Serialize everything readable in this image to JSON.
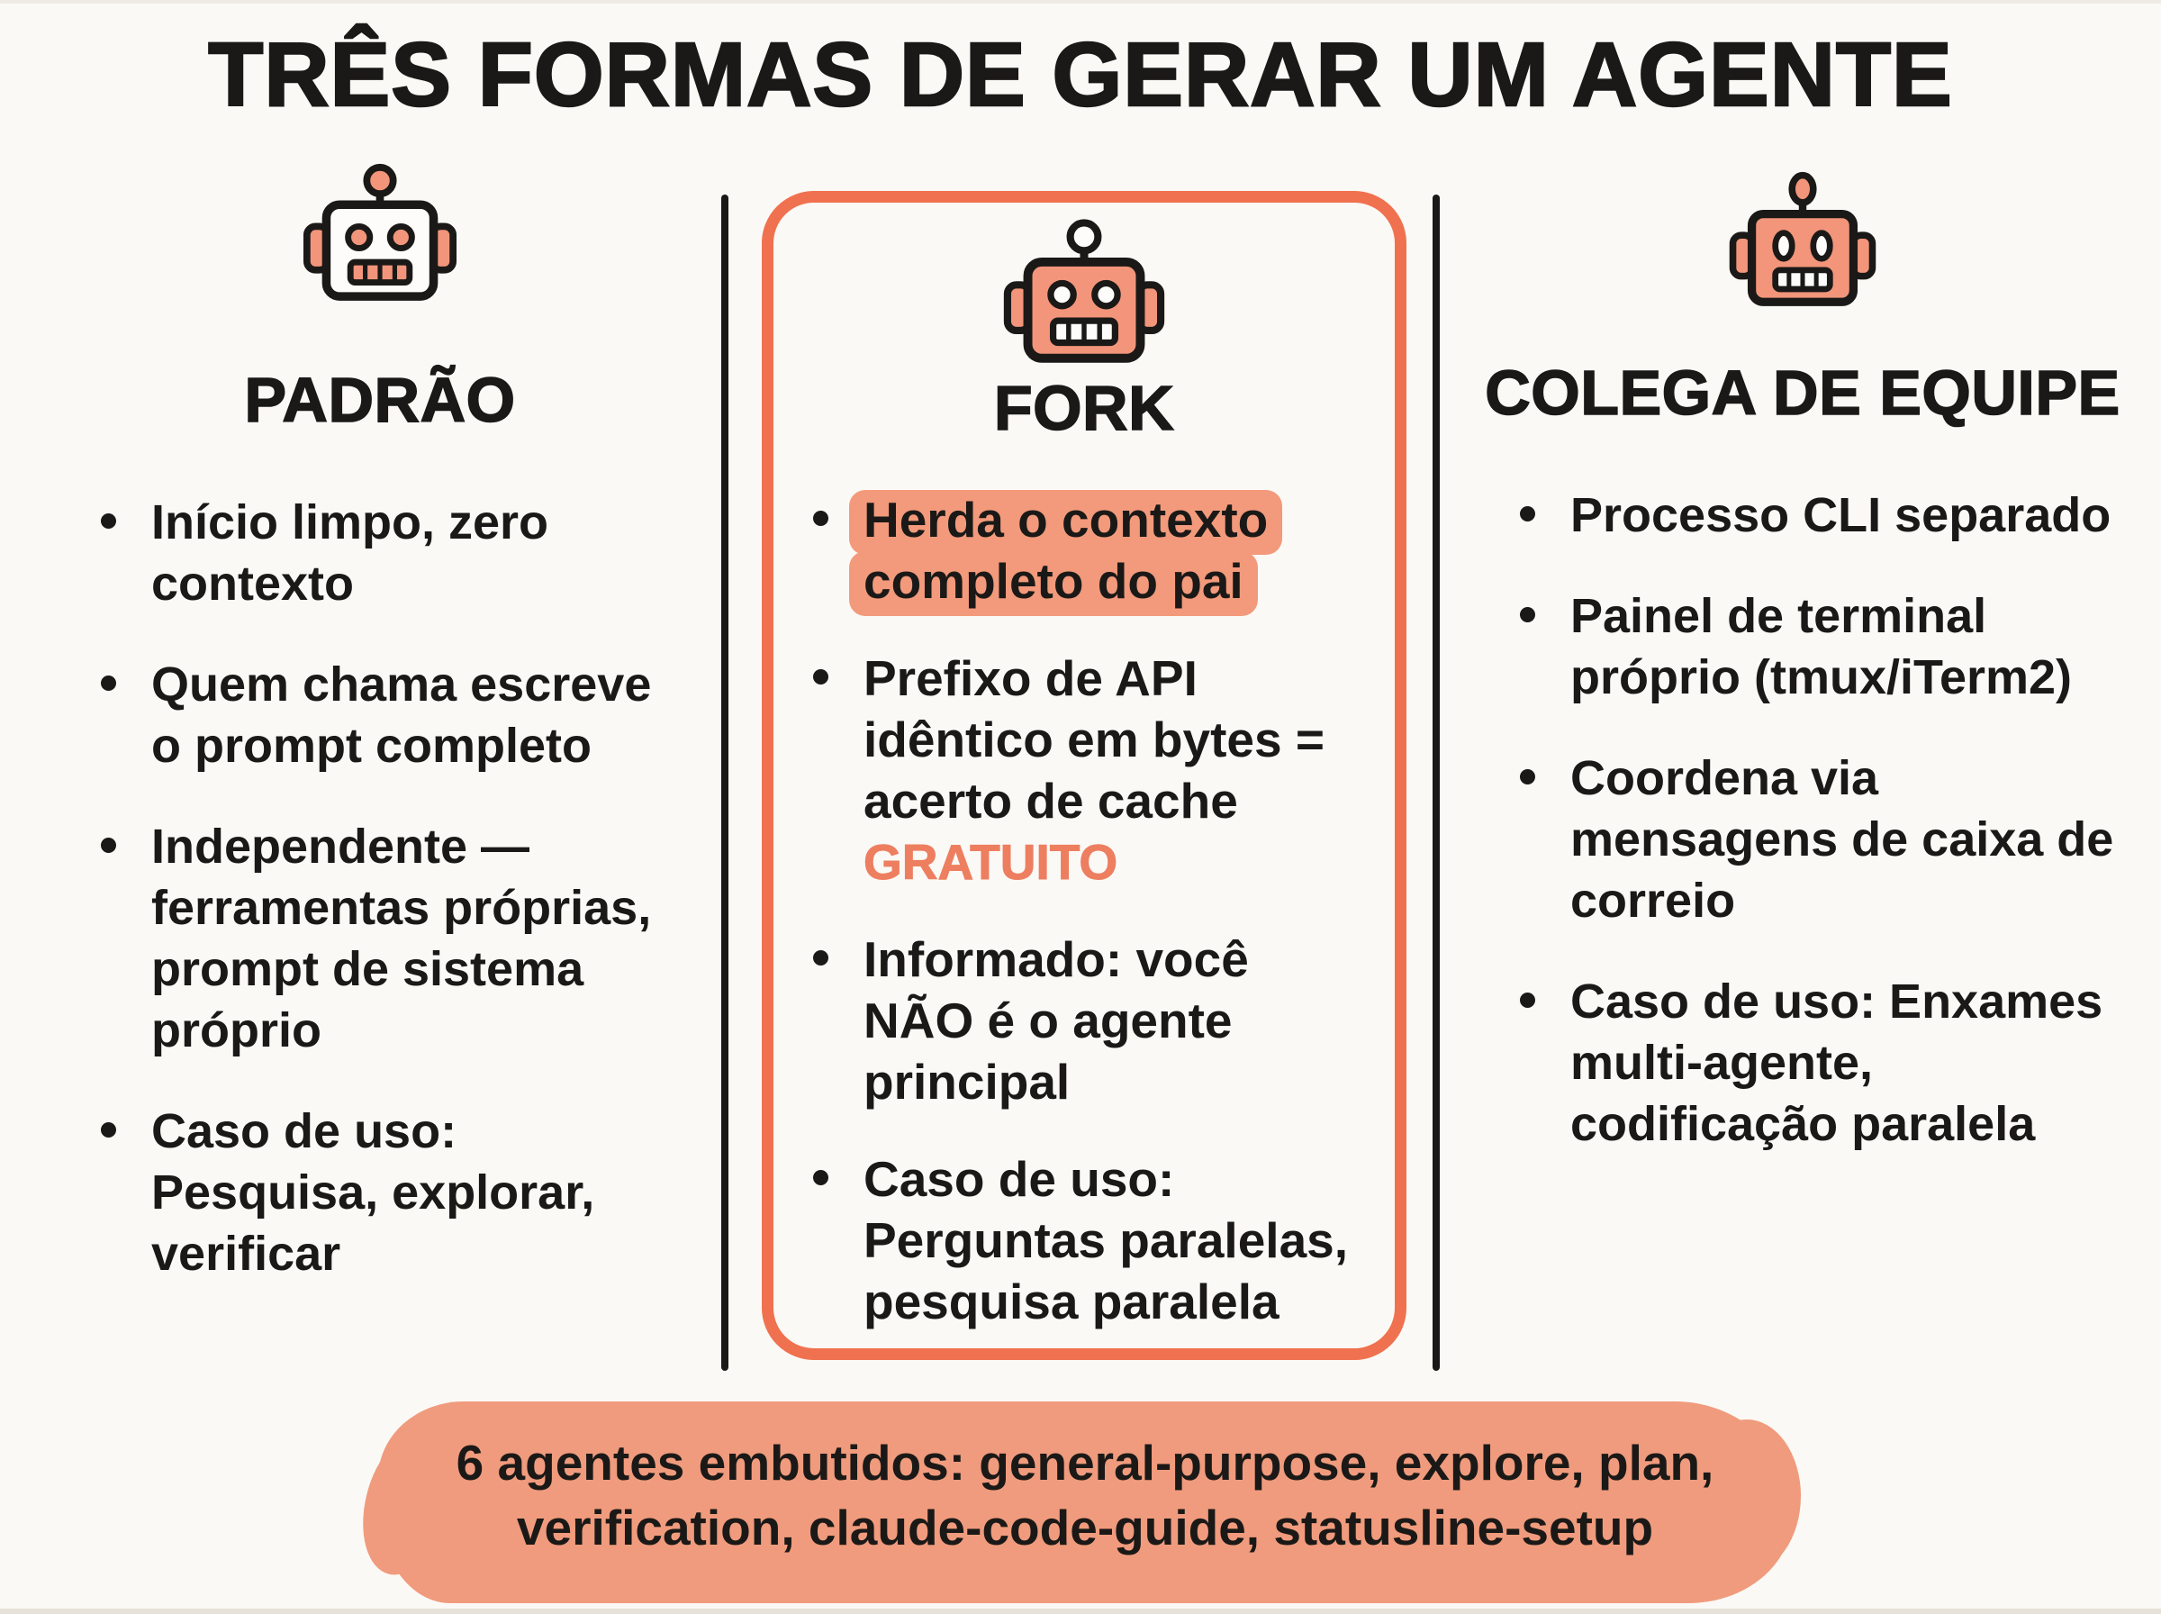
{
  "title": "TRÊS FORMAS DE GERAR UM AGENTE",
  "colors": {
    "background": "#FBF9F5",
    "ink": "#1B1917",
    "salmon": "#F2957A",
    "coral_border": "#F0714F",
    "highlight": "#F29A7B",
    "accent_text": "#ED7E60",
    "banner_fill": "#F09B7D",
    "edge_line": "#E6E1D9"
  },
  "columns": [
    {
      "id": "padrao",
      "icon": "robot-icon",
      "title": "PADRÃO",
      "bullets": [
        {
          "text": "Início limpo, zero contexto"
        },
        {
          "text": "Quem chama escreve o prompt completo"
        },
        {
          "text": "Independente — ferramentas próprias, prompt de sistema próprio"
        },
        {
          "text": "Caso de uso: Pesquisa, explorar, verificar"
        }
      ]
    },
    {
      "id": "fork",
      "icon": "robot-icon",
      "title": "FORK",
      "bullets": [
        {
          "text": "Herda o contexto completo do pai",
          "highlight": true
        },
        {
          "text": "Prefixo de API idêntico em bytes = acerto de cache",
          "accent": "GRATUITO"
        },
        {
          "text": "Informado: você NÃO é o agente principal"
        },
        {
          "text": "Caso de uso: Perguntas paralelas, pesquisa paralela"
        }
      ]
    },
    {
      "id": "colega",
      "icon": "robot-icon",
      "title": "COLEGA DE EQUIPE",
      "bullets": [
        {
          "text": "Processo CLI separado"
        },
        {
          "text": "Painel de terminal próprio (tmux/iTerm2)"
        },
        {
          "text": "Coordena via mensagens de caixa de correio"
        },
        {
          "text": "Caso de uso: Enxames multi-agente, codificação paralela"
        }
      ]
    }
  ],
  "banner": {
    "text": "6 agentes embutidos: general-purpose, explore, plan, verification, claude-code-guide, statusline-setup"
  }
}
